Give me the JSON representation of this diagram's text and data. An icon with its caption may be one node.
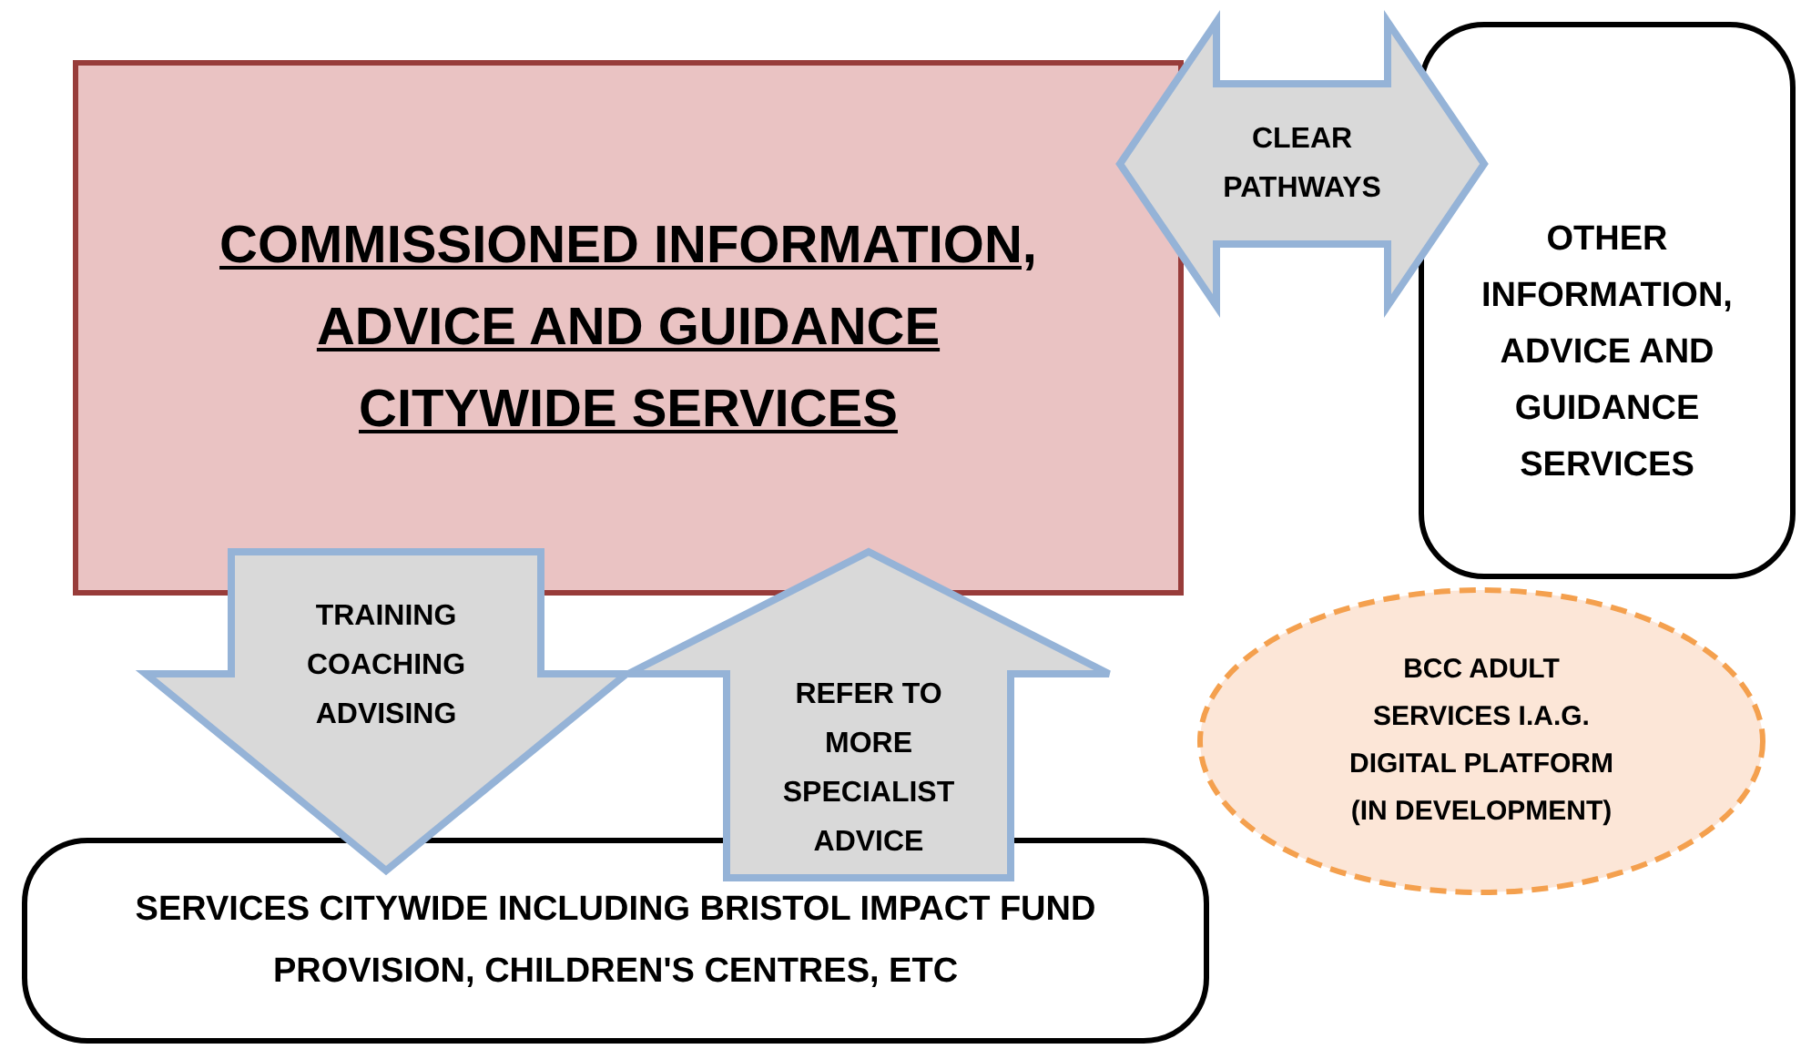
{
  "diagram": {
    "nodes": [
      {
        "text": [
          "COMMISSIONED INFORMATION, ADVICE AND GUIDANCE CITYWIDE SERVICES"
        ]
      },
      {
        "text": [
          "OTHER INFORMATION, ADVICE AND GUIDANCE SERVICES"
        ]
      },
      {
        "text": [
          "BCC ADULT SERVICES I.A.G. DIGITAL PLATFORM (IN DEVELOPMENT)"
        ]
      },
      {
        "text": [
          "SERVICES CITYWIDE INCLUDING BRISTOL IMPACT FUND PROVISION, CHILDREN'S CENTRES, ETC"
        ]
      }
    ],
    "edges": [
      {
        "from": 0,
        "to": 1,
        "arrow": "both",
        "label": "CLEAR PATHWAYS"
      },
      {
        "from": 0,
        "to": 3,
        "arrow": "to",
        "label": "TRAINING COACHING ADVISING"
      },
      {
        "from": 3,
        "to": 0,
        "arrow": "to",
        "label": "REFER TO MORE SPECIALIST ADVICE"
      }
    ]
  }
}
